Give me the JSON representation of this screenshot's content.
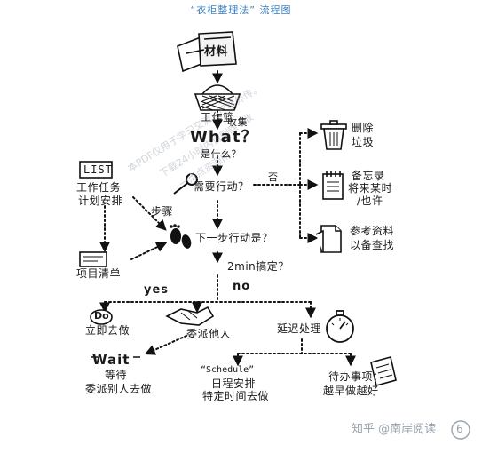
{
  "title": "“衣柜整理法” 流程图",
  "nodes": {
    "materials": "材料",
    "inbox": "工作篮",
    "collect": "收集",
    "what": "What？",
    "what_sub": "是什么？",
    "action_needed": "需要行动？",
    "no_label": "否",
    "delete_line1": "删除",
    "delete_line2": "垃圾",
    "memo_line1": "备忘录",
    "memo_line2": "将来某时",
    "memo_line3": "/也许",
    "ref_line1": "参考资料",
    "ref_line2": "以备查找",
    "list": "LIST",
    "tasks_line1": "工作任务",
    "tasks_line2": "计划安排",
    "steps": "步骤",
    "next_step": "下一步行动是？",
    "project_list": "项目清单",
    "two_min": "2min搞定？",
    "yes": "yes",
    "no": "no",
    "do": "Do",
    "do_now": "立即去做",
    "delegate": "委派他人",
    "defer": "延迟处理",
    "wait": "Wait",
    "wait_zh": "等待",
    "wait_sub": "委派别人去做",
    "schedule": "“Schedule”",
    "schedule_line1": "日程安排",
    "schedule_line2": "特定时间去做",
    "todo_line1": "待办事项：",
    "todo_line2": "越早做越好"
  },
  "watermark": {
    "line1": "本PDF仅用于学习交流，严禁外传。",
    "line2": "下载24小时内请删除",
    "line3": "一点点资源网",
    "line4": "收"
  },
  "footer": {
    "credit": "知乎 @南岸阅读",
    "page": "6"
  }
}
